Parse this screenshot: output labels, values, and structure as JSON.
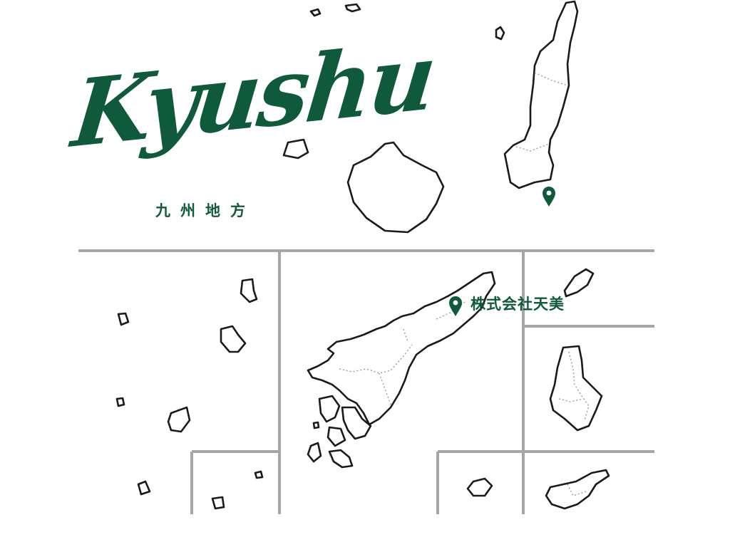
{
  "map": {
    "title": "Kyushu",
    "subtitle": "九州地方",
    "company_marker": {
      "label": "株式会社天美",
      "icon": "map-pin-icon"
    },
    "second_marker": {
      "icon": "map-pin-icon"
    },
    "colors": {
      "accent": "#0e5a3a",
      "outline": "#1a1a1a",
      "frame": "#a6a6a6",
      "prefecture_border": "#9a9a9a"
    }
  }
}
